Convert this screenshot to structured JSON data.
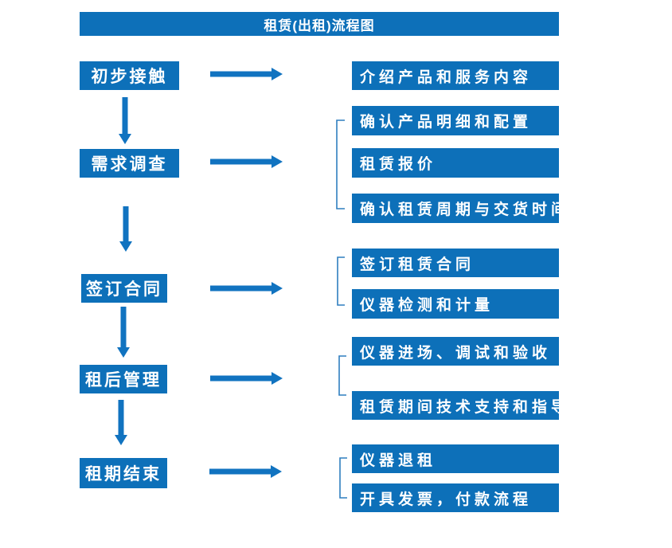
{
  "title": "租赁(出租)流程图",
  "colors": {
    "primary": "#0d70b9",
    "arrow": "#1173c0",
    "bracket": "#2f7ebf",
    "text-on-primary": "#ffffff",
    "background": "#ffffff"
  },
  "flow": [
    {
      "stage": "初步接触",
      "details": [
        "介绍产品和服务内容"
      ]
    },
    {
      "stage": "需求调查",
      "details": [
        "确认产品明细和配置",
        "租赁报价",
        "确认租赁周期与交货时间"
      ]
    },
    {
      "stage": "签订合同",
      "details": [
        "签订租赁合同",
        "仪器检测和计量"
      ]
    },
    {
      "stage": "租后管理",
      "details": [
        "仪器进场、调试和验收",
        "租赁期间技术支持和指导"
      ]
    },
    {
      "stage": "租期结束",
      "details": [
        "仪器退租",
        "开具发票，付款流程"
      ]
    }
  ]
}
